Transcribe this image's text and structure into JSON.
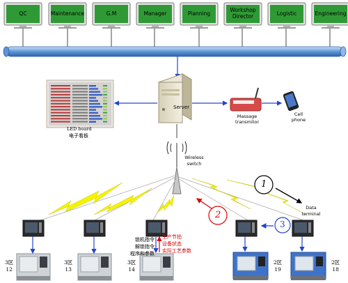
{
  "monitors": [
    {
      "label": "QC"
    },
    {
      "label": "Maintenance"
    },
    {
      "label": "G.M"
    },
    {
      "label": "Manager"
    },
    {
      "label": "Planning"
    },
    {
      "label": "Workshop Director"
    },
    {
      "label": "Logistic"
    },
    {
      "label": "Engineering"
    }
  ],
  "server_label": "Server",
  "led_board": {
    "label_en": "LED board",
    "label_cn": "电子看板"
  },
  "transmitter_label": "Massage transmitor",
  "cell_phone_label": "Cell phone",
  "wireless_label": "Wireless switch",
  "data_terminal_label": "Data terminal",
  "markers": {
    "one": "1",
    "two": "2",
    "three": "3"
  },
  "instructions_black": [
    "锁机指令",
    "解锁指令",
    "程序和参数"
  ],
  "instructions_red": [
    "生产节拍",
    "设备状态",
    "实际工艺参数"
  ],
  "machines": [
    {
      "zone": "3区",
      "num": "12"
    },
    {
      "zone": "3区",
      "num": "13"
    },
    {
      "zone": "3区",
      "num": "14"
    },
    {
      "zone": "2区",
      "num": "19"
    },
    {
      "zone": "2区",
      "num": "18"
    }
  ],
  "colors": {
    "bus_blue": "#4f8bd6",
    "monitor_screen": "#2f9a35",
    "lightning": "#f4f400",
    "accent_red": "#e00000",
    "accent_blue": "#2244cc"
  }
}
